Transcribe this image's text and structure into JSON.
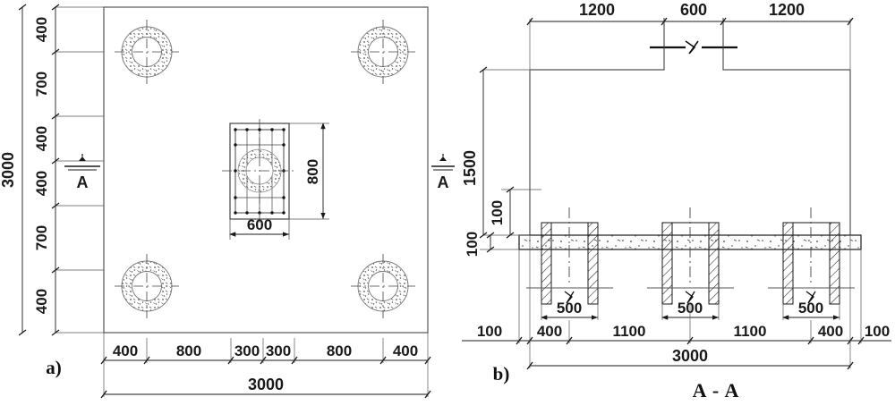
{
  "drawing": {
    "title_section": "A - A",
    "figure_labels": {
      "plan": "a)",
      "section": "b)"
    },
    "section_marker_label": "A",
    "units_note": ""
  },
  "plan": {
    "name": "pile-cap-plan-view",
    "overall_width": "3000",
    "overall_height": "3000",
    "bottom_dim_chain": [
      "400",
      "800",
      "300",
      "300",
      "800",
      "400"
    ],
    "bottom_total": "3000",
    "left_dim_chain": [
      "400",
      "700",
      "400",
      "400",
      "700",
      "400"
    ],
    "left_total": "3000",
    "pedestal": {
      "width": "600",
      "height": "800"
    },
    "pile_count": 4
  },
  "section": {
    "name": "section-a-a-view",
    "top_dim_chain": [
      "1200",
      "600",
      "1200"
    ],
    "left_dim_main": "1500",
    "left_dim_upper_small": "100",
    "left_dim_lower_small": "100",
    "pile_inner_dims": [
      "500",
      "500",
      "500"
    ],
    "bottom_dim_chain": [
      "100",
      "400",
      "1100",
      "1100",
      "400",
      "100"
    ],
    "bottom_total": "3000",
    "pile_count": 3
  },
  "colors": {
    "line": "#1a1a1a",
    "thin_line": "#555555",
    "hatch": "#222222",
    "background": "#ffffff"
  }
}
